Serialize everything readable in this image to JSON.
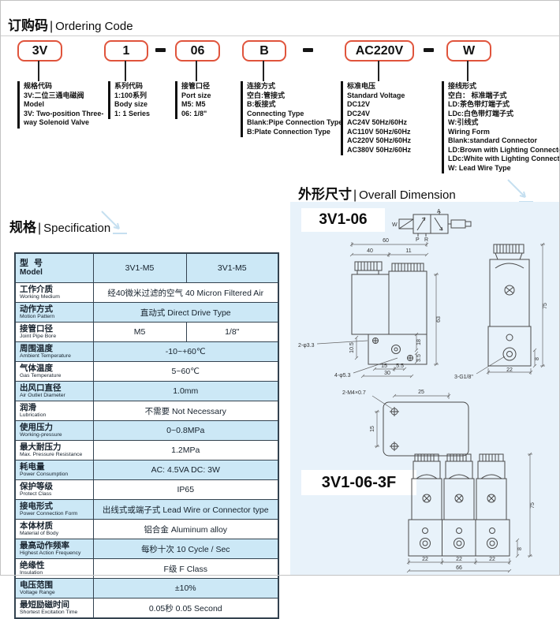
{
  "colors": {
    "accent_red": "#e0543c",
    "panel_blue": "#e8f2fa",
    "row_blue": "#cce8f6",
    "table_line": "#33424f"
  },
  "ordering": {
    "title_cn": "订购码",
    "title_en": "Ordering Code",
    "codes": [
      "3V",
      "1",
      "06",
      "B",
      "AC220V",
      "W"
    ],
    "columns": [
      {
        "lines": [
          "规格代码",
          "3V:二位三通电磁阀",
          "Model",
          "3V: Two-position  Three-",
          "way Solenoid Valve"
        ]
      },
      {
        "lines": [
          "系列代码",
          "1:100系列",
          "Body size",
          "1: 1 Series"
        ]
      },
      {
        "lines": [
          "接管口径",
          "Port size",
          "M5: M5",
          "06: 1/8\""
        ]
      },
      {
        "lines": [
          "连接方式",
          "空白:管接式",
          "B:板接式",
          "Connecting Type",
          "Blank:Pipe Connection Type",
          "B:Plate Connection Type"
        ]
      },
      {
        "lines": [
          "标准电压",
          "Standard  Voltage",
          "DC12V",
          "DC24V",
          "AC24V   50Hz/60Hz",
          "AC110V  50Hz/60Hz",
          "AC220V  50Hz/60Hz",
          "AC380V  50Hz/60Hz"
        ]
      },
      {
        "lines": [
          "接线形式",
          "空白： 标准端子式",
          "LD:茶色带灯端子式",
          "LDc:白色带灯端子式",
          "W:引线式",
          "Wiring Form",
          "Blank:standard Connector",
          "LD:Brown with Lighting Connector",
          "LDc:White with Lighting Connector",
          "W: Lead Wire Type"
        ]
      }
    ]
  },
  "spec": {
    "title_cn": "规格",
    "title_en": "Specification",
    "table": {
      "header": {
        "cn": "型 号",
        "en": "Model",
        "col1": "3V1-M5",
        "col2": "3V1-M5"
      },
      "rows": [
        {
          "cn": "工作介质",
          "en": "Working Medium",
          "value": "经40微米过滤的空气  40 Micron Filtered Air"
        },
        {
          "cn": "动作方式",
          "en": "Motion Pattern",
          "value": "直动式   Direct Drive Type"
        },
        {
          "cn": "接管口径",
          "en": "Joint Pipe Bore",
          "v1": "M5",
          "v2": "1/8\""
        },
        {
          "cn": "周围温度",
          "en": "Ambient Temperature",
          "value": "-10~+60℃"
        },
        {
          "cn": "气体温度",
          "en": "Gas Temperature",
          "value": "5~60℃"
        },
        {
          "cn": "出风口直径",
          "en": "Air Outlet Diameter",
          "value": "1.0mm"
        },
        {
          "cn": "润滑",
          "en": "Lubrication",
          "value": "不需要   Not Necessary"
        },
        {
          "cn": "使用压力",
          "en": "Working-pressure",
          "value": "0~0.8MPa"
        },
        {
          "cn": "最大耐压力",
          "en": "Max. Pressure Resistance",
          "value": "1.2MPa"
        },
        {
          "cn": "耗电量",
          "en": "Power Consumption",
          "value": "AC: 4.5VA    DC: 3W"
        },
        {
          "cn": "保护等级",
          "en": "Protect Class",
          "value": "IP65"
        },
        {
          "cn": "接电形式",
          "en": "Power Connection Form",
          "value": "出线式或端子式   Lead Wire or Connector type"
        },
        {
          "cn": "本体材质",
          "en": "Material of Body",
          "value": "铝合金   Aluminum alloy"
        },
        {
          "cn": "最高动作频率",
          "en": "Highest Action Frequency",
          "value": "每秒十次   10 Cycle / Sec"
        },
        {
          "cn": "绝缘性",
          "en": "Insulation",
          "value": "F级    F  Class"
        },
        {
          "cn": "电压范围",
          "en": "Voltage Range",
          "value": "±10%"
        },
        {
          "cn": "最短励磁时间",
          "en": "Shortest Excitation Time",
          "value": "0.05秒    0.05 Second"
        }
      ]
    }
  },
  "dimension": {
    "title_cn": "外形尺寸",
    "title_en": "Overall Dimension",
    "model1": "3V1-06",
    "model2": "3V1-06-3F",
    "schematic": {
      "a": "A",
      "p": "P",
      "r": "R",
      "w": "W"
    },
    "front": {
      "d60": "60",
      "d40": "40",
      "d11": "11",
      "d63": "63",
      "d18": "18",
      "d10_5": "10.5",
      "d3_5": "3.5",
      "d15": "15",
      "d5_5": "5.5",
      "d30": "30",
      "hole_top": "2-φ3.3",
      "hole_bottom": "4-φ5.3"
    },
    "side": {
      "d75": "75",
      "d8": "8",
      "d22": "22",
      "port": "3-G1/8\""
    },
    "plate": {
      "label": "2-M4×0.7",
      "d25": "25",
      "d15": "15"
    },
    "manifold": {
      "d75": "75",
      "d8": "8",
      "d22a": "22",
      "d22b": "22",
      "d22c": "22",
      "d66": "66"
    }
  }
}
